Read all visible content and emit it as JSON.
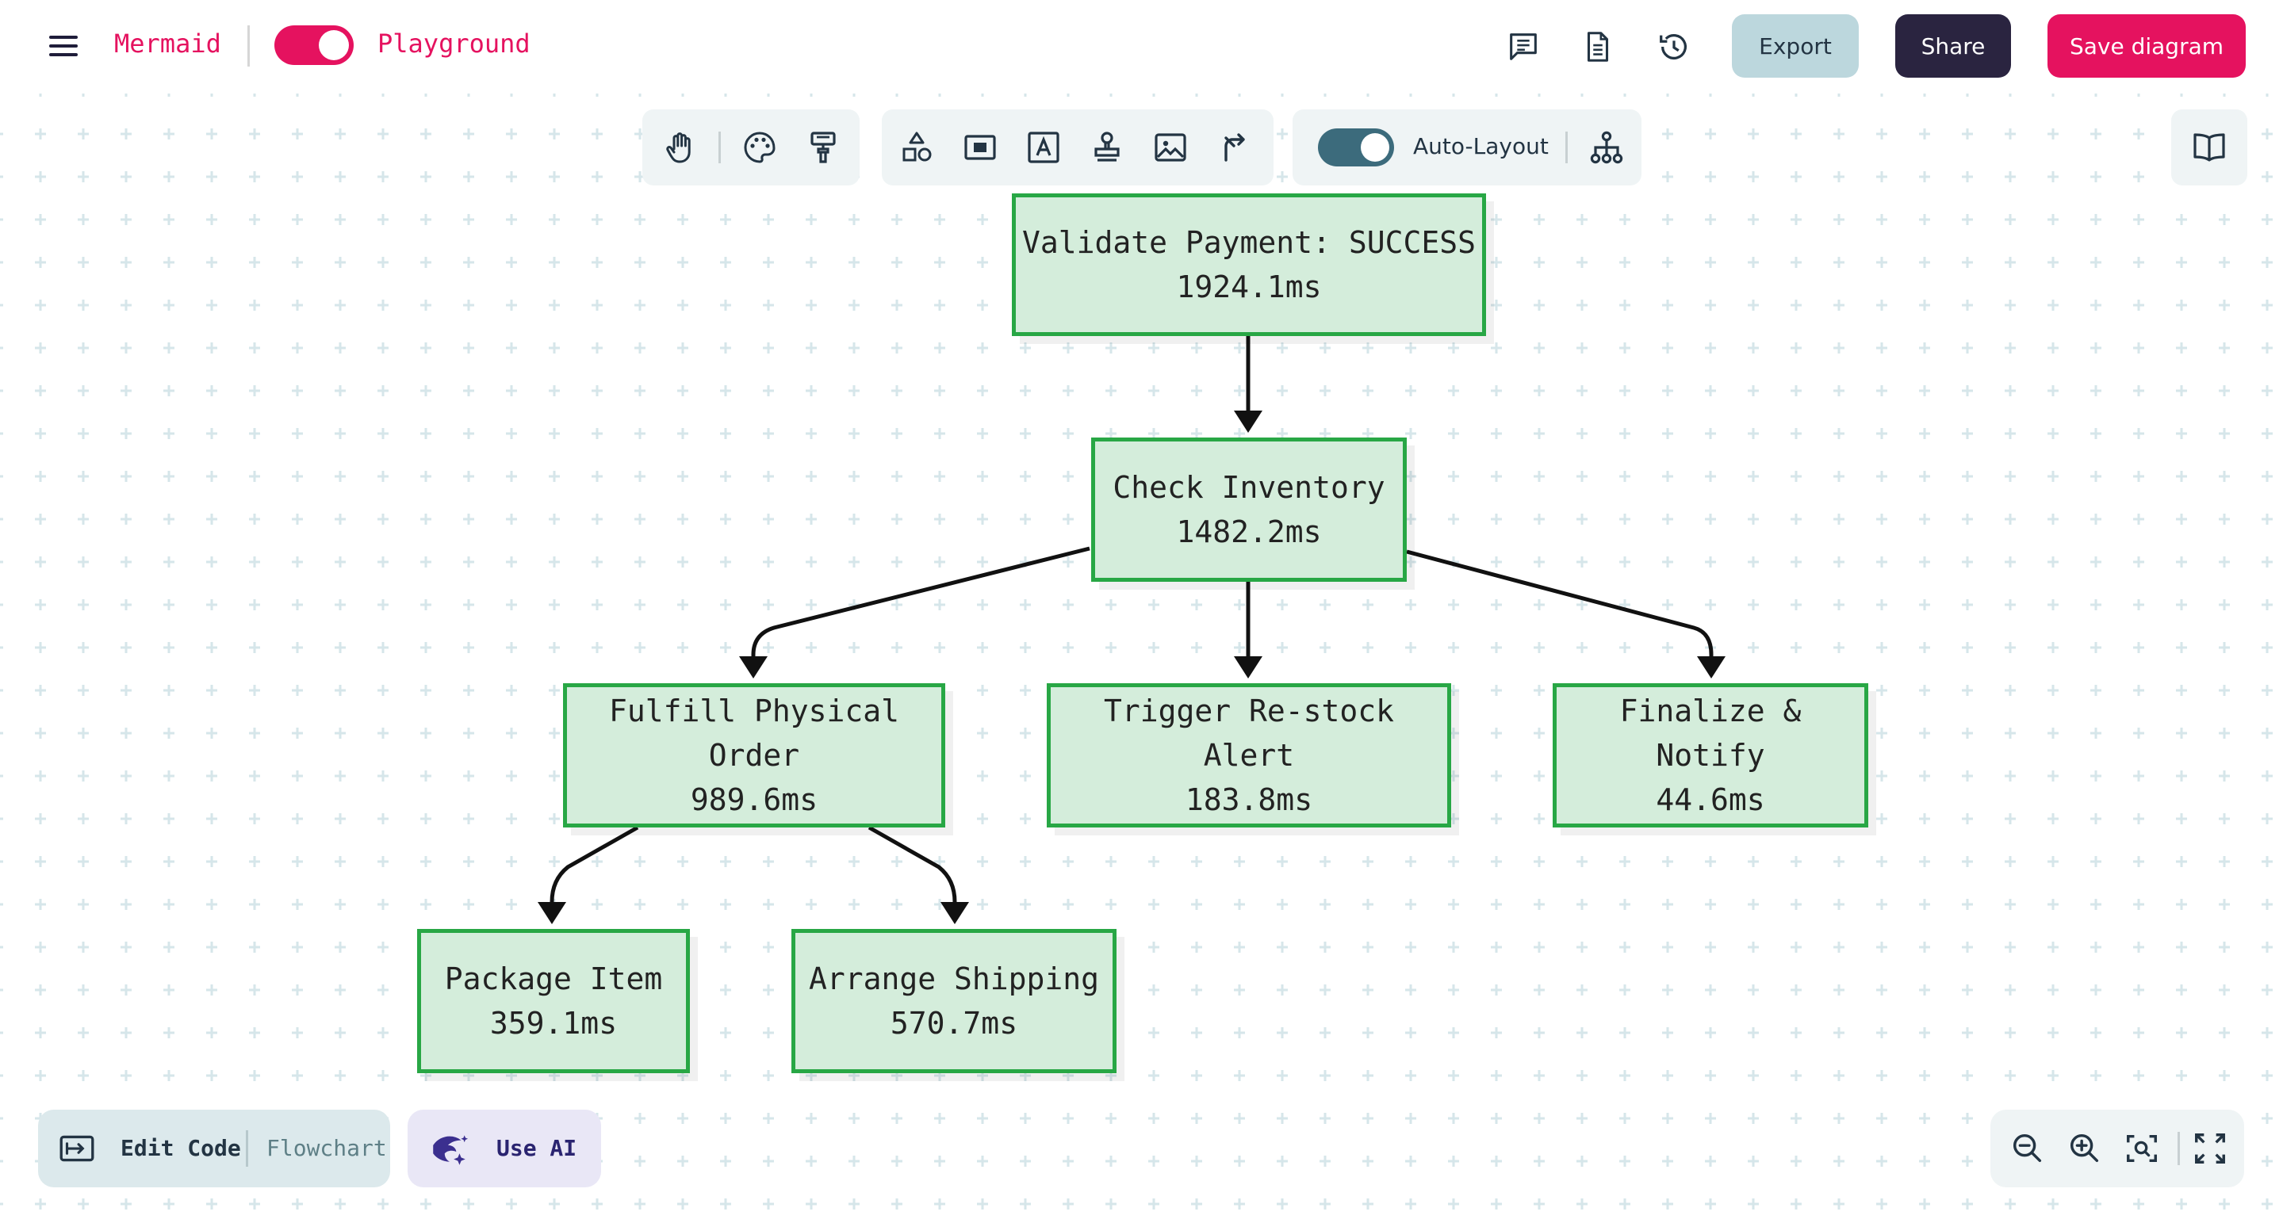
{
  "header": {
    "brand": "Mermaid",
    "mode": "Playground",
    "export_label": "Export",
    "share_label": "Share",
    "save_label": "Save diagram",
    "icons": [
      "menu-icon",
      "comment-icon",
      "document-icon",
      "history-icon"
    ],
    "colors": {
      "accent": "#e5125f",
      "dark": "#2a2440",
      "export_bg": "#bcd7dd"
    }
  },
  "toolbar": {
    "auto_layout_label": "Auto-Layout",
    "auto_layout_on": true,
    "tools": [
      "hand-icon",
      "palette-icon",
      "paint-roller-icon",
      "shapes-icon",
      "rectangle-icon",
      "text-icon",
      "stamp-icon",
      "image-icon",
      "arrow-icon",
      "hierarchy-icon",
      "book-icon"
    ]
  },
  "diagram": {
    "node_fill": "#d4eddb",
    "node_border": "#28a745",
    "nodes": [
      {
        "id": "validate",
        "title": "Validate Payment: SUCCESS",
        "time": "1924.1ms"
      },
      {
        "id": "inventory",
        "title": "Check Inventory",
        "time": "1482.2ms"
      },
      {
        "id": "fulfill",
        "title": "Fulfill Physical Order",
        "time": "989.6ms"
      },
      {
        "id": "restock",
        "title": "Trigger Re-stock Alert",
        "time": "183.8ms"
      },
      {
        "id": "finalize",
        "title": "Finalize & Notify",
        "time": "44.6ms"
      },
      {
        "id": "package",
        "title": "Package Item",
        "time": "359.1ms"
      },
      {
        "id": "shipping",
        "title": "Arrange Shipping",
        "time": "570.7ms"
      }
    ],
    "edges": [
      [
        "validate",
        "inventory"
      ],
      [
        "inventory",
        "fulfill"
      ],
      [
        "inventory",
        "restock"
      ],
      [
        "inventory",
        "finalize"
      ],
      [
        "fulfill",
        "package"
      ],
      [
        "fulfill",
        "shipping"
      ]
    ]
  },
  "bottom": {
    "edit_code_label": "Edit Code",
    "diagram_type": "Flowchart",
    "use_ai_label": "Use AI",
    "zoom_icons": [
      "zoom-out-icon",
      "zoom-in-icon",
      "zoom-fit-icon",
      "fullscreen-icon"
    ]
  }
}
